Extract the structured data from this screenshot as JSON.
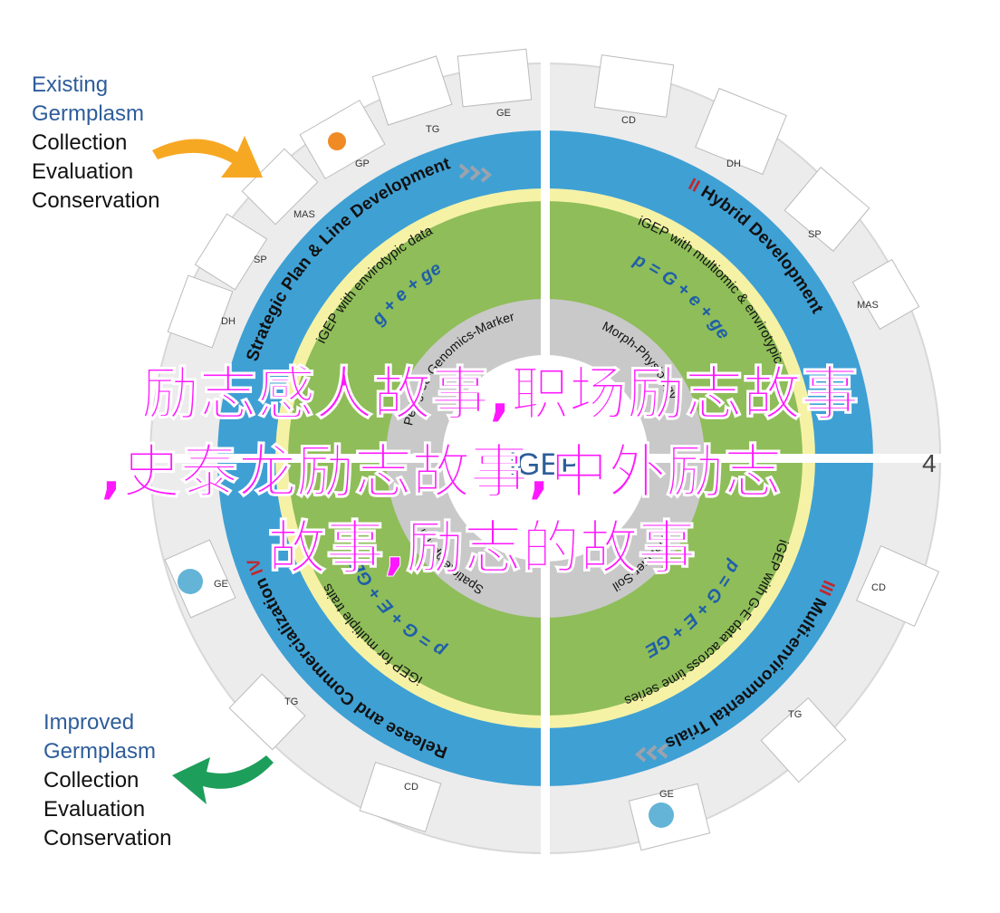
{
  "left_top_list": [
    "Existing",
    "Germplasm",
    "Collection",
    "Evaluation",
    "Conservation"
  ],
  "left_bottom_list": [
    "Improved",
    "Germplasm",
    "Collection",
    "Evaluation",
    "Conservation"
  ],
  "outer_ring": {
    "labels_top_left": [
      "TG",
      "GE",
      "GP",
      "MAS",
      "SP",
      "DH"
    ],
    "labels_top_right": [
      "CD",
      "DH",
      "SP",
      "MAS"
    ],
    "labels_bottom_left": [
      "GE",
      "TG",
      "CD"
    ],
    "labels_bottom_right": [
      "CD",
      "TG",
      "GE"
    ],
    "number_right": "4"
  },
  "blue_ring": {
    "q1": "Strategic Plan & Line Development",
    "q2_numeral": "II",
    "q2": "Hybrid Development",
    "q3_numeral": "III",
    "q3": "Multi-environmental Trials",
    "q4_numeral": "IV",
    "q4": "Release and Commercialization"
  },
  "green_ring": {
    "q1a": "iGEP with envirotypic data",
    "q1b": "g + e + ge",
    "q2a": "iGEP with multiomic & envirotypic",
    "q2b": "p = G + e + ge",
    "q3a": "iGEP with G-E data across time series",
    "q3b": "p = G + E + GE",
    "q4a": "iGEP for multiple traits",
    "q4b": "p = G + E + GE"
  },
  "inner_ring": {
    "top_left": "Pedigree-Genomics-Marker",
    "top_right": "Morph-Physiology",
    "bottom_left": "Spatiotemporal",
    "bottom_right": "Weather-Soil",
    "center": "iGEP"
  },
  "overlay": {
    "line1": "励志感人故事,职场励志故事",
    "line2": ",史泰龙励志故事,中外励志",
    "line3": "故事,励志的故事"
  },
  "colors": {
    "outer_ring": "#ececec",
    "blue_ring": "#3fa0d4",
    "yellow_band": "#f5f2a6",
    "green_ring": "#8fbd59",
    "inner_gray": "#c9c9c9",
    "center": "#ffffff",
    "overlay_text": "#ff18ff",
    "arrow_top": "#f7a823",
    "arrow_bottom": "#1e9e5b"
  }
}
